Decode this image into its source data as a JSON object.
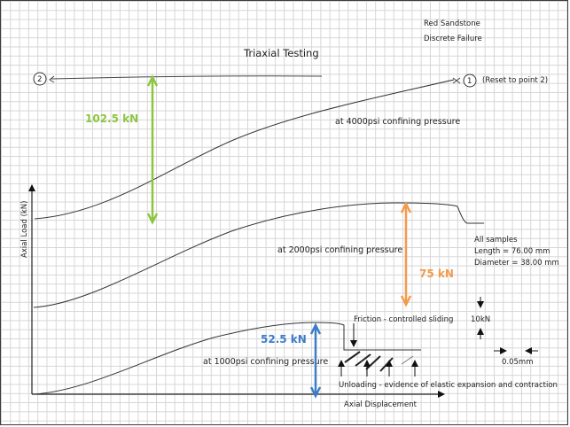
{
  "title": "Triaxial Testing",
  "sample": {
    "rock": "Red Sandstone",
    "failure": "Discrete Failure"
  },
  "axes": {
    "y_label": "Axial Load (kN)",
    "x_label": "Axial Displacement"
  },
  "points": {
    "p1": "1",
    "p2": "2",
    "reset_note": "(Reset to point 2)"
  },
  "curves": {
    "c4000": "at 4000psi confining pressure",
    "c2000": "at 2000psi confining pressure",
    "c1000": "at 1000psi confining pressure"
  },
  "load_drops": {
    "green": {
      "label": "102.5 kN",
      "value_kN": 102.5,
      "color": "#8cc63f"
    },
    "orange": {
      "label": "75 kN",
      "value_kN": 75,
      "color": "#f39a4c"
    },
    "blue": {
      "label": "52.5 kN",
      "value_kN": 52.5,
      "color": "#3d7dc8"
    }
  },
  "samples_note": {
    "heading": "All samples",
    "length": "Length = 76.00 mm",
    "diameter": "Diameter = 38.00 mm"
  },
  "annotations": {
    "friction": "Friction - controlled sliding",
    "unloading": "Unloading - evidence of elastic expansion and contraction"
  },
  "scale": {
    "load": "10kN",
    "displacement": "0.05mm"
  }
}
